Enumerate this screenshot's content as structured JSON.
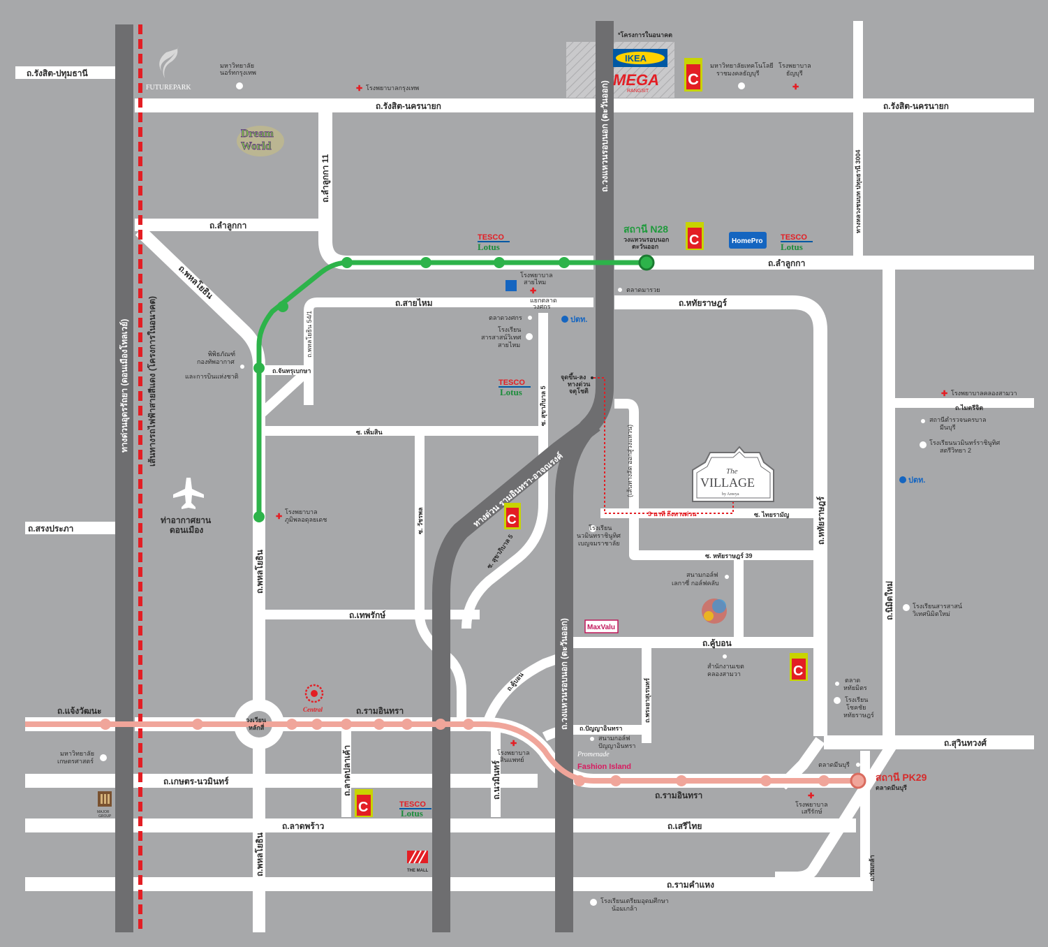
{
  "colors": {
    "background": "#a7a8aa",
    "road": "#ffffff",
    "expressway": "#6e6e70",
    "green_line": "#2db34a",
    "pink_line": "#f0a59a",
    "red_line": "#e31e24",
    "station_red_text": "#d62b2b",
    "station_green_text": "#1f9a3c"
  },
  "roads": {
    "rangsit_pathum": "ถ.รังสิต-ปทุมธานี",
    "rangsit_nakhon_w": "ถ.รังสิต-นครนายก",
    "rangsit_nakhon_e": "ถ.รังสิต-นครนายก",
    "lamlukka_w": "ถ.ลำลูกกา",
    "lamlukka_e": "ถ.ลำลูกกา",
    "lamlukka_11": "ถ.ลำลูกกา 11",
    "sai_mai": "ถ.สายไหม",
    "hathai_n": "ถ.หทัยราษฎร์",
    "hathai_v": "ถ.หทัยราษฎร์",
    "phahon_diag": "ถ.พหลโยธิน",
    "phahon_54": "ถ.พหลโยธิน 54/1",
    "chan_krungthep": "ถ.จันทรุเบกษา",
    "phet_sin": "ซ. เพิ่มสิน",
    "sukhaphiban5_v": "ซ. สุขาภิบาล 5",
    "sukhaphiban5_d": "ซ. สุขาภิบาล 5",
    "watcharaphon": "ซ. วัชรพล",
    "songprapha": "ถ.สรงประภา",
    "phahon_v": "ถ.พหลโยธิน",
    "phahon_s": "ถ.พหลโยธิน",
    "thepharak": "ถ.เทพรักษ์",
    "ramintra_w": "ถ.รามอินทรา",
    "ramintra_e": "ถ.รามอินทรา",
    "chaengwattana": "ถ.แจ้งวัฒนะ",
    "kaset_nawamin": "ถ.เกษตร-นวมินทร์",
    "lat_pla_khao": "ถ.ลาดปลาเค้า",
    "nawamin": "ถ.นวมินทร์",
    "lat_phrao": "ถ.ลาดพร้าว",
    "seri_thai": "ถ.เสรีไทย",
    "ram_khamhaeng": "ถ.รามคำแหง",
    "khubon": "ถ.คู้บอน",
    "khubon_d": "ถ.คู้บอน",
    "panya": "ถ.ปัญญาอินทรา",
    "phraya_suren": "ถ.พระยาสุเรนทร์",
    "sukhaphiban2": "ถ.สุวินทวงศ์",
    "rom_klao": "ถ.ร่มเกล้า",
    "nimit_mai": "ถ.นิมิตใหม่",
    "maitri": "ถ.ไมตรีจิต",
    "soi_thai_ramin": "ซ. ไทยรามัญ",
    "soi_hathai39": "ซ. หทัยราษฎร์ 39",
    "hwy3004": "ทางหลวงชนบท ปทุมธานี 3004",
    "ring_road": "ถ.วงแหวนรอบนอก (ตะวันออก)",
    "ring_road_s": "ถ.วงแหวนรอบนอก (ตะวันออก)",
    "ramindra_exp": "ทางด่วน รามอินทรา-อาจณรงค์",
    "udon_exp": "ทางด่วนอุดรรัถยา (ดอนเมืองโทลเวย์)",
    "red_line": "เส้นทางรถไฟฟ้าสายสีแดง (โครงการในอนาคต)",
    "sai_klang": "(เส้นทางลัด ออกสู่วงแหวน)"
  },
  "stations": {
    "n28_title": "สถานี N28",
    "n28_sub1": "วงแหวนรอบนอก",
    "n28_sub2": "ตะวันออก",
    "pk29_title": "สถานี PK29",
    "pk29_sub": "ตลาดมีนบุรี"
  },
  "landmarks": {
    "future_park": "FUTUREPARK",
    "dream_world_1": "Dream",
    "dream_world_2": "World",
    "uni_north_bkk_1": "มหาวิทยาลัย",
    "uni_north_bkk_2": "นอร์ทกรุงเทพ",
    "hosp_bkk": "โรงพยาบาลกรุงเทพ",
    "future_project": "*โครงการในอนาคต",
    "ikea": "IKEA",
    "mega": "MEGA",
    "mega_sub": "RANGSIT",
    "rmutt_1": "มหาวิทยาลัยเทคโนโลยี",
    "rmutt_2": "ราชมงคลธัญบุรี",
    "hosp_thanya_1": "โรงพยาบาล",
    "hosp_thanya_2": "ธัญบุรี",
    "tesco1_a": "TESCO",
    "tesco1_b": "Lotus",
    "tesco2_a": "TESCO",
    "tesco2_b": "Lotus",
    "tesco3_a": "TESCO",
    "tesco3_b": "Lotus",
    "tesco4_a": "TESCO",
    "tesco4_b": "Lotus",
    "homepro": "HomePro",
    "bigc": "C",
    "hosp_saimai_1": "โรงพยาบาล",
    "hosp_saimai_2": "สายไหม",
    "market_marui": "ตลาดมารวย",
    "intersection_1": "แยกตลาด",
    "intersection_2": "วงศกร",
    "market_wongsakorn": "ตลาดวงศกร",
    "school_saraswati_1": "โรงเรียน",
    "school_saraswati_2": "สารสาสน์วิเทศ",
    "school_saraswati_3": "สายไหม",
    "ptt1": "ปตท.",
    "ptt2": "ปตท.",
    "museum_1": "พิพิธภัณฑ์",
    "museum_2": "กองทัพอากาศ",
    "museum_3": "และการบินแห่งชาติ",
    "exp_entry_1": "จุดขึ้น-ลง",
    "exp_entry_2": "ทางด่วน",
    "exp_entry_3": "จตุโชติ",
    "hosp_phumiphol_1": "โรงพยาบาล",
    "hosp_phumiphol_2": "ภูมิพลอดุลยเดช",
    "airport_1": "ท่าอากาศยาน",
    "airport_2": "ดอนเมือง",
    "school_nawamin_1": "โรงเรียน",
    "school_nawamin_2": "นวมินทราชินูทิศ",
    "school_nawamin_3": "เบญจมราชาลัย",
    "village_the": "The",
    "village_name": "VILLAGE",
    "village_by": "by Areeya",
    "three_min": "3 นาที ถึงทางด่วน",
    "golf_1": "สนามกอล์ฟ",
    "golf_2": "เลกาซี่ กอล์ฟคลับ",
    "maxvalu": "MaxValu",
    "district_office_1": "สำนักงานเขต",
    "district_office_2": "คลองสามวา",
    "hosp_klongsamwa": "โรงพยาบาลคลองสามวา",
    "police_1": "สถานีตำรวจนครบาล",
    "police_2": "มีนบุรี",
    "school_setthabut_1": "โรงเรียนนวมินทร์ราชินูทิศ",
    "school_setthabut_2": "สตรีวิทยา 2",
    "school_sarasas_nimit_1": "โรงเรียนสารสาสน์",
    "school_sarasas_nimit_2": "วิเทศนิมิตใหม่",
    "market_thaimit_1": "ตลาด",
    "market_thaimit_2": "หทัยมิตร",
    "school_chokchai_1": "โรงเรียน",
    "school_chokchai_2": "โชคชัย",
    "school_chokchai_3": "หทัยราษฎร์",
    "market_minburi": "ตลาดมีนบุรี",
    "hosp_serirak_1": "โรงพยาบาล",
    "hosp_serirak_2": "เสรีรักษ์",
    "golf_panya_1": "สนามกอล์ฟ",
    "golf_panya_2": "ปัญญาอินทรา",
    "promenade": "Promenade",
    "fashion_island": "Fashion Island",
    "hosp_sinphat_1": "โรงพยาบาล",
    "hosp_sinphat_2": "สินแพทย์",
    "central": "Central",
    "circle_1": "วงเวียน",
    "circle_2": "หลักสี่",
    "uni_kasetsart_1": "มหาวิทยาลัย",
    "uni_kasetsart_2": "เกษตรศาสตร์",
    "major": "MAJOR",
    "major_sub": "GROUP",
    "the_mall": "THE MALL",
    "triam_1": "โรงเรียนเตรียมอุดมศึกษา",
    "triam_2": "น้อมเกล้า"
  }
}
